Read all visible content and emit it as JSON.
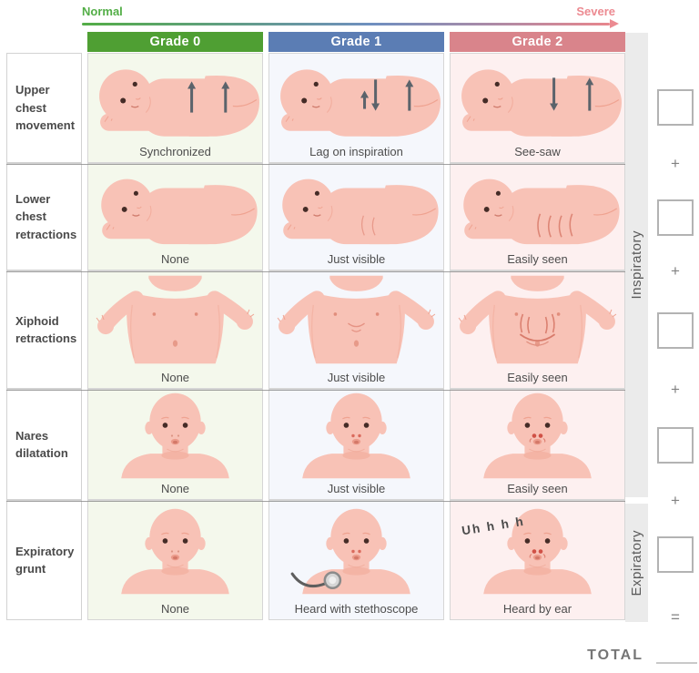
{
  "severity_scale": {
    "normal_label": "Normal",
    "severe_label": "Severe"
  },
  "grade_headers": [
    {
      "label": "Grade 0",
      "color": "#4f9f33",
      "tint": "#f4f8ec"
    },
    {
      "label": "Grade 1",
      "color": "#5b7db4",
      "tint": "#f5f7fc"
    },
    {
      "label": "Grade 2",
      "color": "#d9848b",
      "tint": "#fdf0f0"
    }
  ],
  "rows": [
    {
      "label": "Upper chest movement",
      "captions": [
        "Synchronized",
        "Lag on inspiration",
        "See-saw"
      ]
    },
    {
      "label": "Lower chest retractions",
      "captions": [
        "None",
        "Just visible",
        "Easily seen"
      ]
    },
    {
      "label": "Xiphoid retractions",
      "captions": [
        "None",
        "Just visible",
        "Easily seen"
      ]
    },
    {
      "label": "Nares dilatation",
      "captions": [
        "None",
        "Just visible",
        "Easily seen"
      ]
    },
    {
      "label": "Expiratory grunt",
      "captions": [
        "None",
        "Heard with stethoscope",
        "Heard by ear"
      ]
    }
  ],
  "phase_labels": {
    "inspiratory": "Inspiratory",
    "expiratory": "Expiratory"
  },
  "operators": {
    "plus": "+",
    "equals": "="
  },
  "grunt_annotation": "Uh h h h",
  "footer": {
    "total_label": "TOTAL"
  },
  "colors": {
    "arrow": "#5b636b",
    "skin": "#f8c2b6",
    "gradient_start": "#53ad46",
    "gradient_end": "#e8868d"
  }
}
